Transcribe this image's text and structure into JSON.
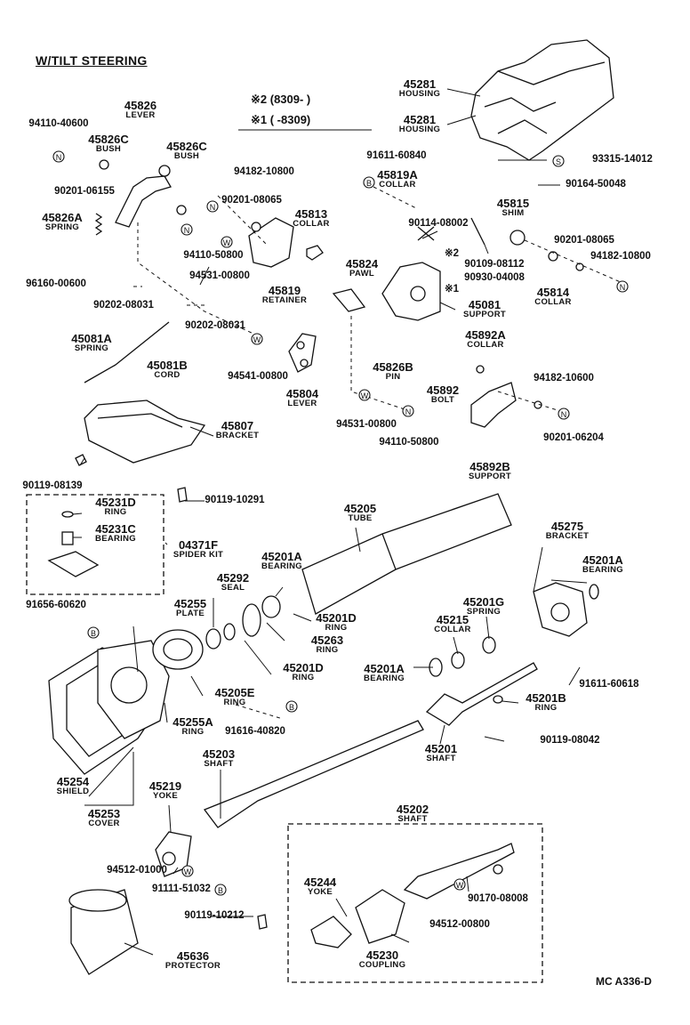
{
  "diagram": {
    "title": "W/TILT STEERING",
    "legend": [
      "※2 (8309-     )",
      "※1 (     -8309)"
    ],
    "doc_code": "MC A336-D",
    "callouts": [
      {
        "number": "45281",
        "name": "HOUSING"
      },
      {
        "number": "45281",
        "name": "HOUSING"
      },
      {
        "number": "93315-14012",
        "name": ""
      },
      {
        "number": "90164-50048",
        "name": ""
      },
      {
        "number": "94110-40600",
        "name": ""
      },
      {
        "number": "45826",
        "name": "LEVER"
      },
      {
        "number": "45826C",
        "name": "BUSH"
      },
      {
        "number": "45826C",
        "name": "BUSH"
      },
      {
        "number": "90201-06155",
        "name": ""
      },
      {
        "number": "45826A",
        "name": "SPRING"
      },
      {
        "number": "94110-50800",
        "name": ""
      },
      {
        "number": "94182-10800",
        "name": ""
      },
      {
        "number": "90201-08065",
        "name": ""
      },
      {
        "number": "91611-60840",
        "name": ""
      },
      {
        "number": "45819A",
        "name": "COLLAR"
      },
      {
        "number": "45813",
        "name": "COLLAR"
      },
      {
        "number": "45815",
        "name": "SHIM"
      },
      {
        "number": "90114-08002",
        "name": ""
      },
      {
        "number": "90201-08065",
        "name": ""
      },
      {
        "number": "94182-10800",
        "name": ""
      },
      {
        "number": "※2",
        "name": ""
      },
      {
        "number": "90109-08112",
        "name": ""
      },
      {
        "number": "90930-04008",
        "name": ""
      },
      {
        "number": "※1",
        "name": ""
      },
      {
        "number": "45814",
        "name": "COLLAR"
      },
      {
        "number": "96160-00600",
        "name": ""
      },
      {
        "number": "94531-00800",
        "name": ""
      },
      {
        "number": "45819",
        "name": "RETAINER"
      },
      {
        "number": "45824",
        "name": "PAWL"
      },
      {
        "number": "45081",
        "name": "SUPPORT"
      },
      {
        "number": "90202-08031",
        "name": ""
      },
      {
        "number": "90202-08031",
        "name": ""
      },
      {
        "number": "45892A",
        "name": "COLLAR"
      },
      {
        "number": "45081A",
        "name": "SPRING"
      },
      {
        "number": "45081B",
        "name": "CORD"
      },
      {
        "number": "94541-00800",
        "name": ""
      },
      {
        "number": "45804",
        "name": "LEVER"
      },
      {
        "number": "45826B",
        "name": "PIN"
      },
      {
        "number": "45892",
        "name": "BOLT"
      },
      {
        "number": "94182-10600",
        "name": ""
      },
      {
        "number": "94531-00800",
        "name": ""
      },
      {
        "number": "94110-50800",
        "name": ""
      },
      {
        "number": "90201-06204",
        "name": ""
      },
      {
        "number": "45807",
        "name": "BRACKET"
      },
      {
        "number": "45892B",
        "name": "SUPPORT"
      },
      {
        "number": "90119-08139",
        "name": ""
      },
      {
        "number": "90119-10291",
        "name": ""
      },
      {
        "number": "45231D",
        "name": "RING"
      },
      {
        "number": "45231C",
        "name": "BEARING"
      },
      {
        "number": "04371F",
        "name": "SPIDER KIT"
      },
      {
        "number": "45205",
        "name": "TUBE"
      },
      {
        "number": "45275",
        "name": "BRACKET"
      },
      {
        "number": "45201A",
        "name": "BEARING"
      },
      {
        "number": "45201A",
        "name": "BEARING"
      },
      {
        "number": "45292",
        "name": "SEAL"
      },
      {
        "number": "45255",
        "name": "PLATE"
      },
      {
        "number": "91656-60620",
        "name": ""
      },
      {
        "number": "45201D",
        "name": "RING"
      },
      {
        "number": "45263",
        "name": "RING"
      },
      {
        "number": "45201G",
        "name": "SPRING"
      },
      {
        "number": "45215",
        "name": "COLLAR"
      },
      {
        "number": "45201D",
        "name": "RING"
      },
      {
        "number": "45205E",
        "name": "RING"
      },
      {
        "number": "45201A",
        "name": "BEARING"
      },
      {
        "number": "91611-60618",
        "name": ""
      },
      {
        "number": "45201B",
        "name": "RING"
      },
      {
        "number": "45255A",
        "name": "RING"
      },
      {
        "number": "91616-40820",
        "name": ""
      },
      {
        "number": "90119-08042",
        "name": ""
      },
      {
        "number": "45201",
        "name": "SHAFT"
      },
      {
        "number": "45203",
        "name": "SHAFT"
      },
      {
        "number": "45254",
        "name": "SHIELD"
      },
      {
        "number": "45219",
        "name": "YOKE"
      },
      {
        "number": "45253",
        "name": "COVER"
      },
      {
        "number": "45202",
        "name": "SHAFT"
      },
      {
        "number": "94512-01000",
        "name": ""
      },
      {
        "number": "91111-51032",
        "name": ""
      },
      {
        "number": "45244",
        "name": "YOKE"
      },
      {
        "number": "90170-08008",
        "name": ""
      },
      {
        "number": "94512-00800",
        "name": ""
      },
      {
        "number": "90119-10212",
        "name": ""
      },
      {
        "number": "45230",
        "name": "COUPLING"
      },
      {
        "number": "45636",
        "name": "PROTECTOR"
      }
    ],
    "symbol_letters": [
      "N",
      "W",
      "B",
      "S"
    ]
  }
}
